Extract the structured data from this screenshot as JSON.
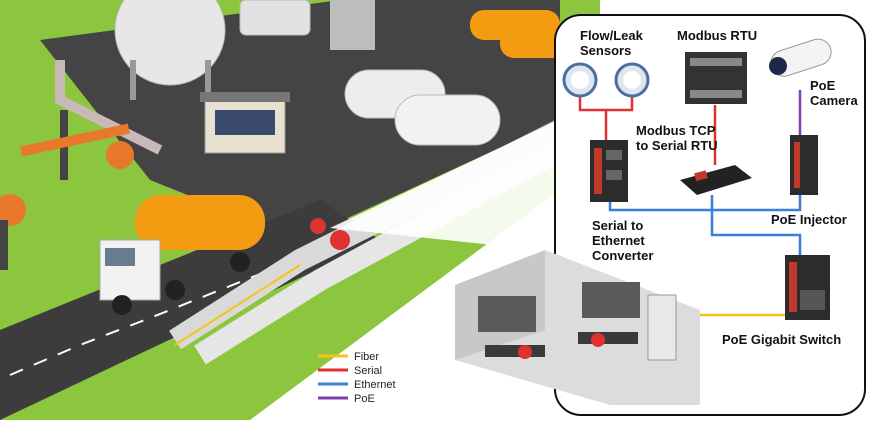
{
  "labels": {
    "flow_leak_1": "Flow/Leak",
    "flow_leak_2": "Sensors",
    "modbus_rtu": "Modbus RTU",
    "poe_camera_1": "PoE",
    "poe_camera_2": "Camera",
    "modbus_tcp_1": "Modbus TCP",
    "modbus_tcp_2": "to Serial RTU",
    "serial_eth_1": "Serial to",
    "serial_eth_2": "Ethernet",
    "serial_eth_3": "Converter",
    "poe_injector": "PoE Injector",
    "poe_switch": "PoE Gigabit Switch"
  },
  "legend": [
    {
      "label": "Fiber",
      "color": "#f5c518"
    },
    {
      "label": "Serial",
      "color": "#e03131"
    },
    {
      "label": "Ethernet",
      "color": "#3b7fd9"
    },
    {
      "label": "PoE",
      "color": "#7b3fb0"
    }
  ],
  "colors": {
    "fiber": "#f5c518",
    "serial": "#e03131",
    "ethernet": "#3b7fd9",
    "poe": "#7b3fb0",
    "grass": "#8cc63f",
    "asphalt": "#3c3c3c",
    "tanker": "#f39c12"
  }
}
